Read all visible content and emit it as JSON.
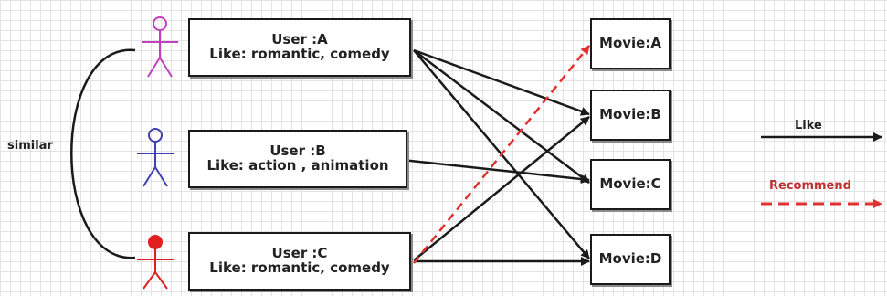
{
  "users": [
    {
      "id": "a",
      "name": "User :A",
      "likes": "Like: romantic, comedy",
      "color": "#c040c0"
    },
    {
      "id": "b",
      "name": "User :B",
      "likes": "Like: action ,  animation",
      "color": "#4040b0"
    },
    {
      "id": "c",
      "name": "User :C",
      "likes": "Like: romantic, comedy",
      "color": "#e02020"
    }
  ],
  "movies": [
    "Movie:A",
    "Movie:B",
    "Movie:C",
    "Movie:D"
  ],
  "similar_label": "similar",
  "legend": {
    "like": "Like",
    "recommend": "Recommend"
  },
  "colors": {
    "like": "#1a1a1a",
    "recommend": "#e03030"
  },
  "edges": {
    "like": [
      [
        "a",
        "Movie:B"
      ],
      [
        "a",
        "Movie:C"
      ],
      [
        "a",
        "Movie:D"
      ],
      [
        "b",
        "Movie:C"
      ],
      [
        "c",
        "Movie:B"
      ],
      [
        "c",
        "Movie:D"
      ]
    ],
    "recommend": [
      [
        "c",
        "Movie:A"
      ]
    ]
  }
}
